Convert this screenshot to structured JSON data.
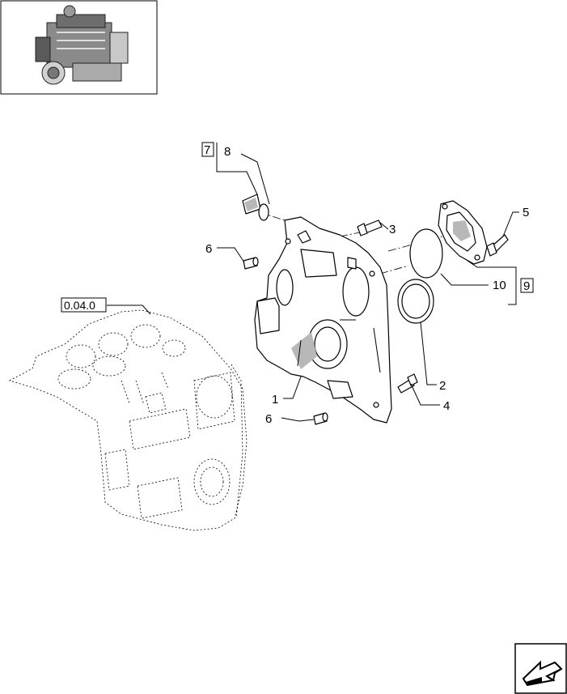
{
  "callouts": {
    "c1": "1",
    "c2": "2",
    "c3": "3",
    "c4": "4",
    "c5": "5",
    "c6a": "6",
    "c6b": "6",
    "c7": "7",
    "c8": "8",
    "c9": "9",
    "c10": "10"
  },
  "reference": {
    "label": "0.04.0"
  },
  "icons": {
    "engine_thumbnail": "engine-thumbnail-icon",
    "navigation": "next-page-arrow-icon"
  }
}
